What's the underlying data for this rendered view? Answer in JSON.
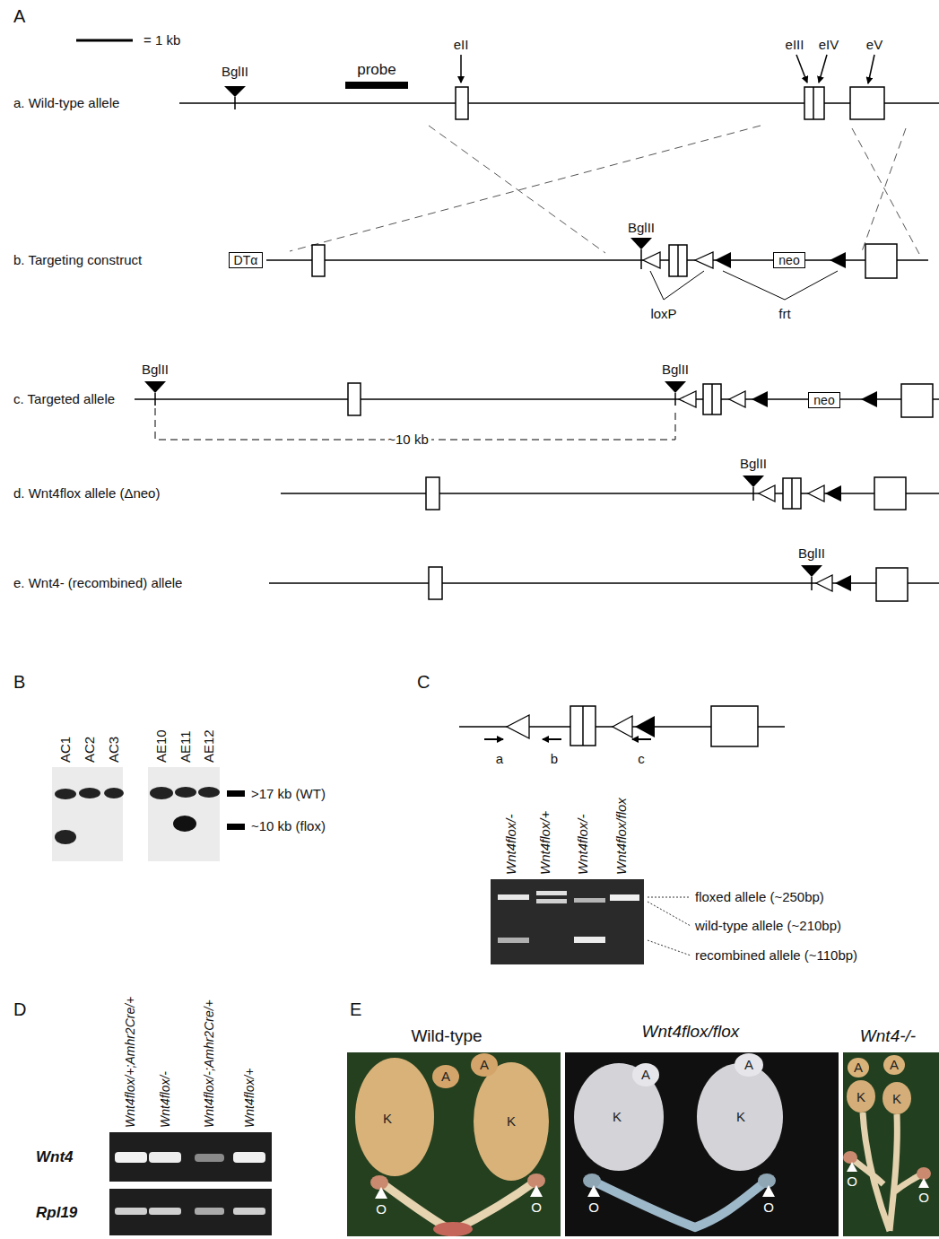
{
  "diagram": {
    "nodes": [
      {
        "text": [
          "DTα"
        ]
      },
      {
        "text": [
          "neo"
        ]
      },
      {
        "text": [
          "neo"
        ]
      }
    ],
    "labels": [
      "A",
      "= 1 kb",
      "BglII",
      "probe",
      "eII",
      "eIII",
      "eIV",
      "eV",
      "a. Wild-type allele",
      "b. Targeting construct",
      "BglII",
      "loxP",
      "frt",
      "c. Targeted allele",
      "BglII",
      "BglII",
      "~10 kb",
      "d. Wnt4flox allele (Δneo)",
      "BglII",
      "e. Wnt4- (recombined) allele",
      "BglII",
      "B",
      "AC1",
      "AC2",
      "AC3",
      "AE10",
      "AE11",
      "AE12",
      ">17 kb (WT)",
      "~10 kb (flox)",
      "C",
      "a",
      "b",
      "c",
      "Wnt4flox/-",
      "Wnt4flox/+",
      "Wnt4flox/-",
      "Wnt4flox/flox",
      "floxed allele (~250bp)",
      "wild-type allele (~210bp)",
      "recombined allele (~110bp)",
      "D",
      "Wnt4flox/+;Amhr2Cre/+",
      "Wnt4flox/-",
      "Wnt4flox/-;Amhr2Cre/+",
      "Wnt4flox/+",
      "Wnt4",
      "Rpl19",
      "E",
      "Wild-type",
      "Wnt4flox/flox",
      "Wnt4-/-",
      "K",
      "A",
      "A",
      "K",
      "O",
      "O",
      "K",
      "A",
      "A",
      "K",
      "O",
      "O",
      "A",
      "A",
      "K",
      "K",
      "O",
      "O"
    ]
  }
}
